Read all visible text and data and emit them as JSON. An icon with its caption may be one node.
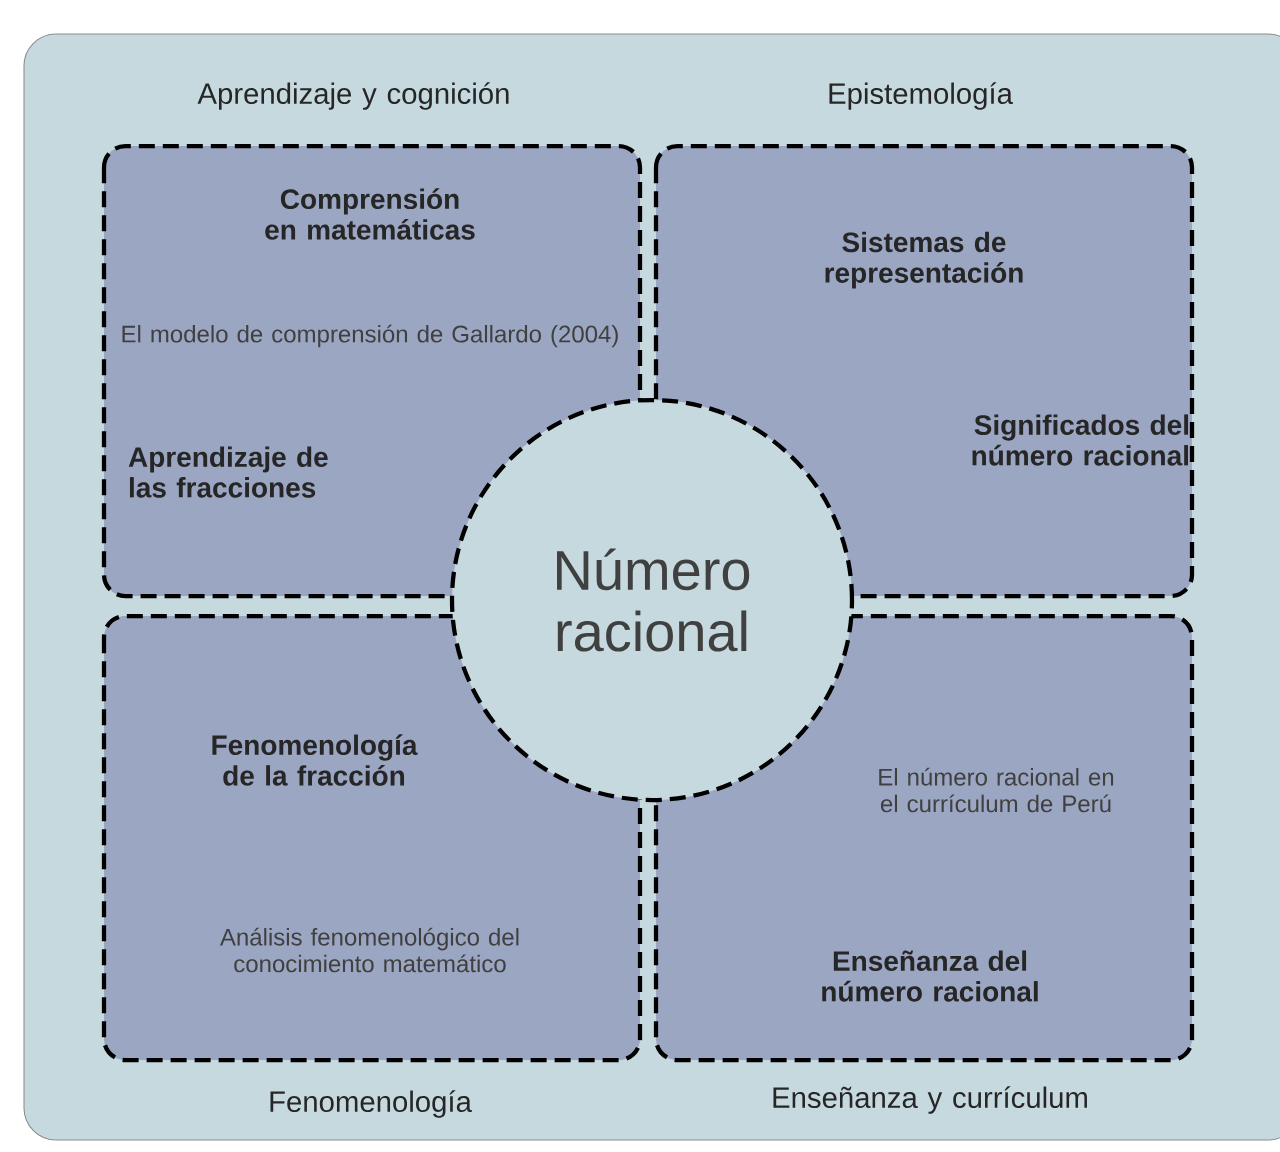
{
  "diagram": {
    "nodes": [
      {
        "text": [
          "Aprendizaje y cognición",
          "Comprensión en matemáticas",
          "El modelo de comprensión de Gallardo (2004)",
          "Aprendizaje de las fracciones"
        ]
      },
      {
        "text": [
          "Epistemología",
          "Sistemas de representación",
          "Significados del número racional"
        ]
      },
      {
        "text": [
          "Número racional"
        ]
      },
      {
        "text": [
          "Fenomenología de la fracción",
          "Análisis fenomenológico del conocimiento matemático",
          "Fenomenología"
        ]
      },
      {
        "text": [
          "El número racional en el currículum de Perú",
          "Enseñanza del número racional",
          "Enseñanza y currículum"
        ]
      }
    ]
  }
}
